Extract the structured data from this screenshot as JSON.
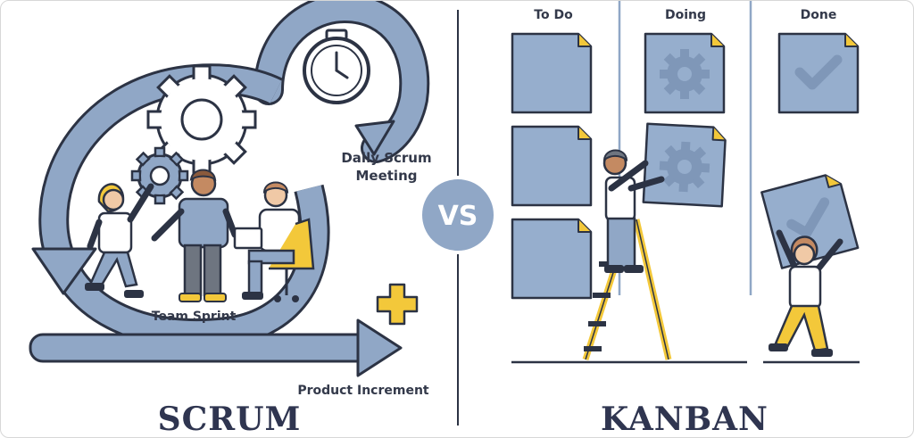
{
  "scrum": {
    "title": "SCRUM",
    "daily_line1": "Daily Scrum",
    "daily_line2": "Meeting",
    "team_sprint": "Team Sprint",
    "product_increment": "Product Increment"
  },
  "vs_label": "VS",
  "kanban": {
    "title": "KANBAN",
    "columns": [
      "To Do",
      "Doing",
      "Done"
    ]
  },
  "colors": {
    "arrow_fill": "#90a7c6",
    "outline": "#2c3344",
    "card_fill": "#96aecd",
    "accent_yellow": "#f3c83a",
    "text_dark": "#33394a"
  }
}
